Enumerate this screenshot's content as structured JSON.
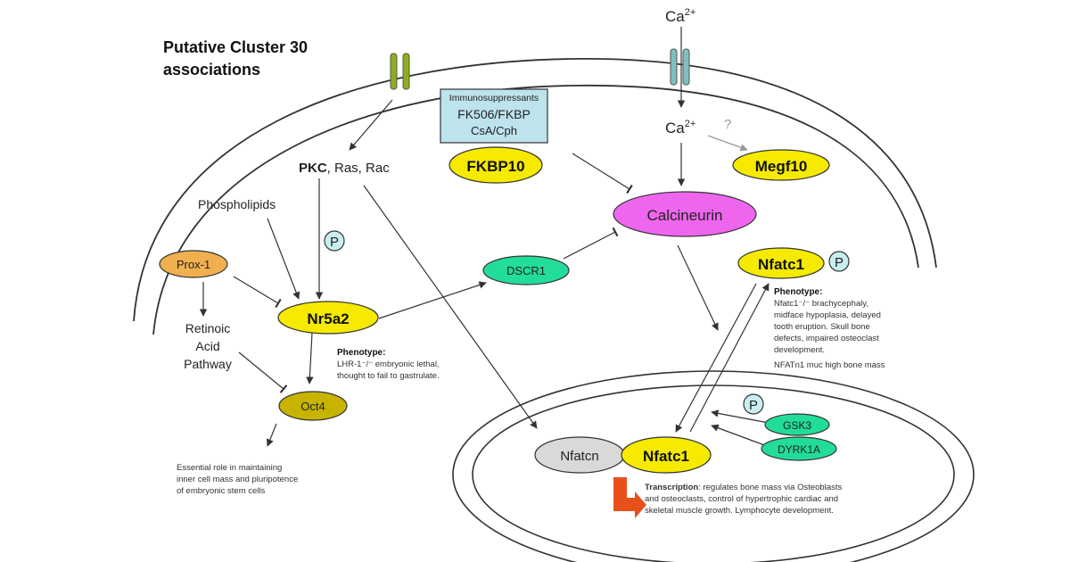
{
  "title": {
    "line1": "Putative Cluster 30",
    "line2": "associations"
  },
  "ions": {
    "ca_top_base": "Ca",
    "ca_top_sup": "2+",
    "ca_mid_base": "Ca",
    "ca_mid_sup": "2+",
    "question": "?"
  },
  "immuno_box": {
    "line1": "Immunosuppressants",
    "line2": "FK506/FKBP",
    "line3": "CsA/Cph"
  },
  "nodes": {
    "fkbp10": "FKBP10",
    "megf10": "Megf10",
    "calcineurin": "Calcineurin",
    "pkc": "PKC",
    "ras_rac": ", Ras, Rac",
    "phospholipids": "Phospholipids",
    "phospho": "P",
    "prox1": "Prox-1",
    "nr5a2": "Nr5a2",
    "dscr1": "DSCR1",
    "nfatc1_cyto": "Nfatc1",
    "retinoic_1": "Retinoic",
    "retinoic_2": "Acid",
    "retinoic_3": "Pathway",
    "oct4": "Oct4",
    "nfatcn": "Nfatcn",
    "nfatc1_nuc": "Nfatc1",
    "gsk3": "GSK3",
    "dyrk1a": "DYRK1A"
  },
  "phenotype_nr5a2": {
    "heading": "Phenotype:",
    "line1": "LHR-1⁻/⁻ embryonic lethal,",
    "line2": "thought to fail to gastrulate."
  },
  "phenotype_nfatc1": {
    "heading": "Phenotype:",
    "line1": "Nfatc1⁻/⁻ brachycephaly,",
    "line2": "midface hypoplasia, delayed",
    "line3": "tooth eruption. Skull bone",
    "line4": "defects, impaired osteoclast",
    "line5": "development.",
    "line6": "NFATn1 muc high bone mass"
  },
  "oct4_note": {
    "line1": "Essential role in maintaining",
    "line2": "inner cell mass and pluripotence",
    "line3": "of embryonic stem cells"
  },
  "transcription": {
    "heading": "Transcription",
    "line1": ": regulates bone mass via Osteoblasts",
    "line2": "and osteoclasts, control of hypertrophic cardiac and",
    "line3": "skeletal muscle growth. Lymphocyte development."
  },
  "colors": {
    "yellow_node": "#f5ea00",
    "magenta_node": "#ee66ee",
    "green_node": "#22dd99",
    "orange_node": "#f0b050",
    "olive_node": "#c8b400",
    "cyan_phospho": "#c8eef2",
    "immuno_box": "#bde3ec",
    "grey_node": "#d9d9d9",
    "channel_green": "#8fae1b",
    "channel_teal": "#7fbfbf",
    "orange_arrow": "#e8501b",
    "membrane": "#333333"
  }
}
